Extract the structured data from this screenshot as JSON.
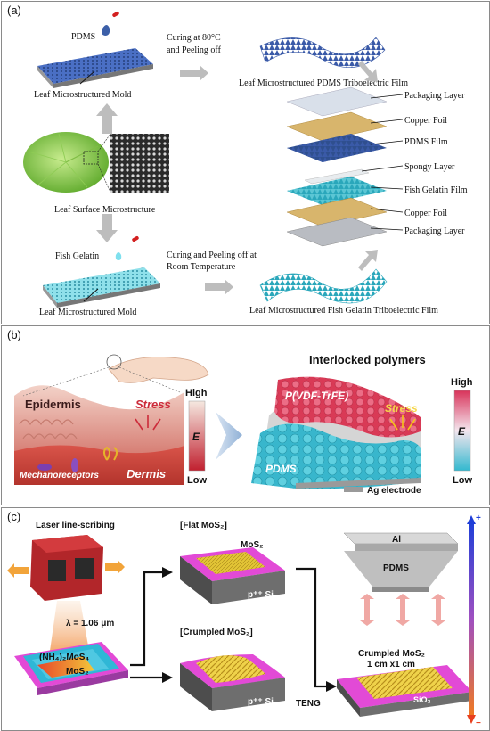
{
  "panel_a": {
    "label": "(a)",
    "pdms": "PDMS",
    "curing_80": "Curing at 80°C",
    "peeling_off": "and Peeling off",
    "mold_top": "Leaf Microstructured Mold",
    "pdms_film_title": "Leaf Microstructured PDMS Triboelectric Film",
    "leaf_surface": "Leaf Surface Microstructure",
    "fish_gelatin": "Fish Gelatin",
    "curing_room_1": "Curing and Peeling off at",
    "curing_room_2": "Room Temperature",
    "mold_bottom": "Leaf Microstructured Mold",
    "gelatin_film_title": "Leaf Microstructured Fish Gelatin Triboelectric Film",
    "layers": [
      "Packaging Layer",
      "Copper Foil",
      "PDMS Film",
      "Spongy Layer",
      "Fish Gelatin Film",
      "Copper Foil",
      "Packaging Layer"
    ]
  },
  "panel_b": {
    "label": "(b)",
    "epidermis": "Epidermis",
    "stress_left": "Stress",
    "mechanoreceptors": "Mechanoreceptors",
    "dermis": "Dermis",
    "high_left": "High",
    "e_left": "E",
    "low_left": "Low",
    "interlocked": "Interlocked polymers",
    "pvdf": "P(VDF-TrFE)",
    "stress_right": "Stress",
    "pdms": "PDMS",
    "ag_electrode": "Ag electrode",
    "high_right": "High",
    "e_right": "E",
    "low_right": "Low"
  },
  "panel_c": {
    "label": "(c)",
    "laser": "Laser line-scribing",
    "lambda": "λ = 1.06 μm",
    "precursor": "(NH₄)₂MoS₄",
    "mos2_left": "MoS₂",
    "flat_title": "[Flat MoS₂]",
    "flat_mos2": "MoS₂",
    "flat_si": "p⁺⁺ Si",
    "crumpled_title": "[Crumpled MoS₂]",
    "crumpled_si": "p⁺⁺ Si",
    "teng": "TENG",
    "al": "Al",
    "pdms": "PDMS",
    "crumpled_label": "Crumpled MoS₂",
    "size": "1 cm x1 cm",
    "sio2": "SiO₂",
    "si": "Si",
    "plus": "+",
    "minus": "−"
  },
  "colors": {
    "pdms_blue": "#4a6fc4",
    "gelatin_cyan": "#8fe0ea",
    "copper": "#d8b56c",
    "stress_red": "#cc2b3a",
    "mos2_gold": "#e3c536",
    "substrate_pink": "#e24ad6"
  }
}
